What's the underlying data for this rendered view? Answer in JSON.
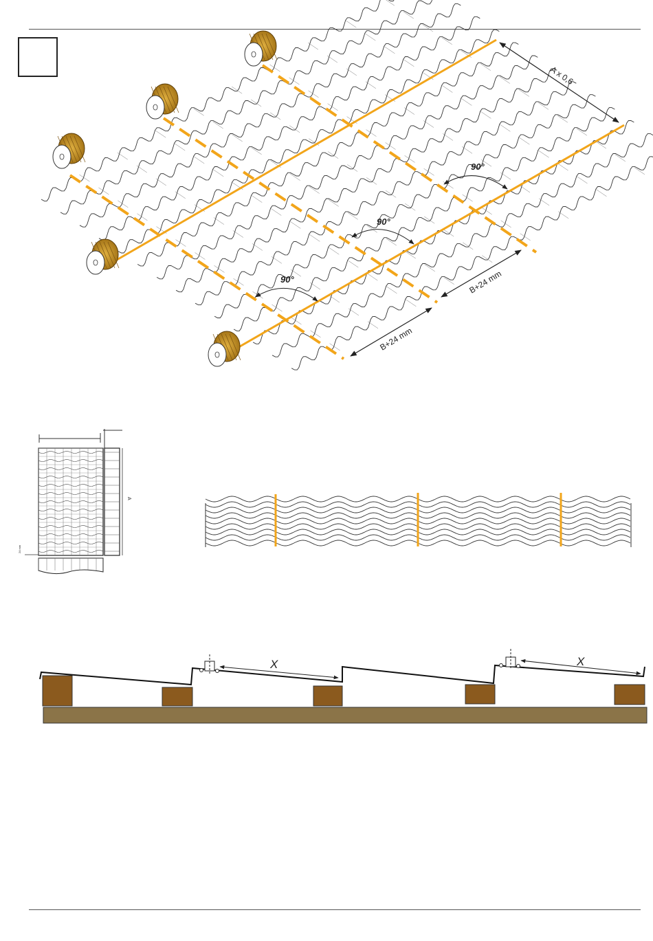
{
  "step_box": {
    "label": ""
  },
  "roof_figure": {
    "dimension_a": "A x 0,6",
    "dimension_b_lower": "B+24 mm",
    "dimension_b_upper": "B+24 mm",
    "angle_labels": [
      "90°",
      "90°",
      "90°"
    ],
    "spool_count": 5,
    "colors": {
      "mark_line": "#f2a51a",
      "spool": "#c8901f",
      "tile_stroke": "#333333"
    }
  },
  "panel_figure": {
    "label_a": "A",
    "label_small": "24 mm"
  },
  "wave_figure": {
    "cut_line_count": 3,
    "colors": {
      "cut_line": "#f2a51a"
    }
  },
  "section_figure": {
    "label_x_left": "X",
    "label_x_right": "X",
    "colors": {
      "batten": "#8b5a1e",
      "base_board": "#8b7448"
    }
  }
}
